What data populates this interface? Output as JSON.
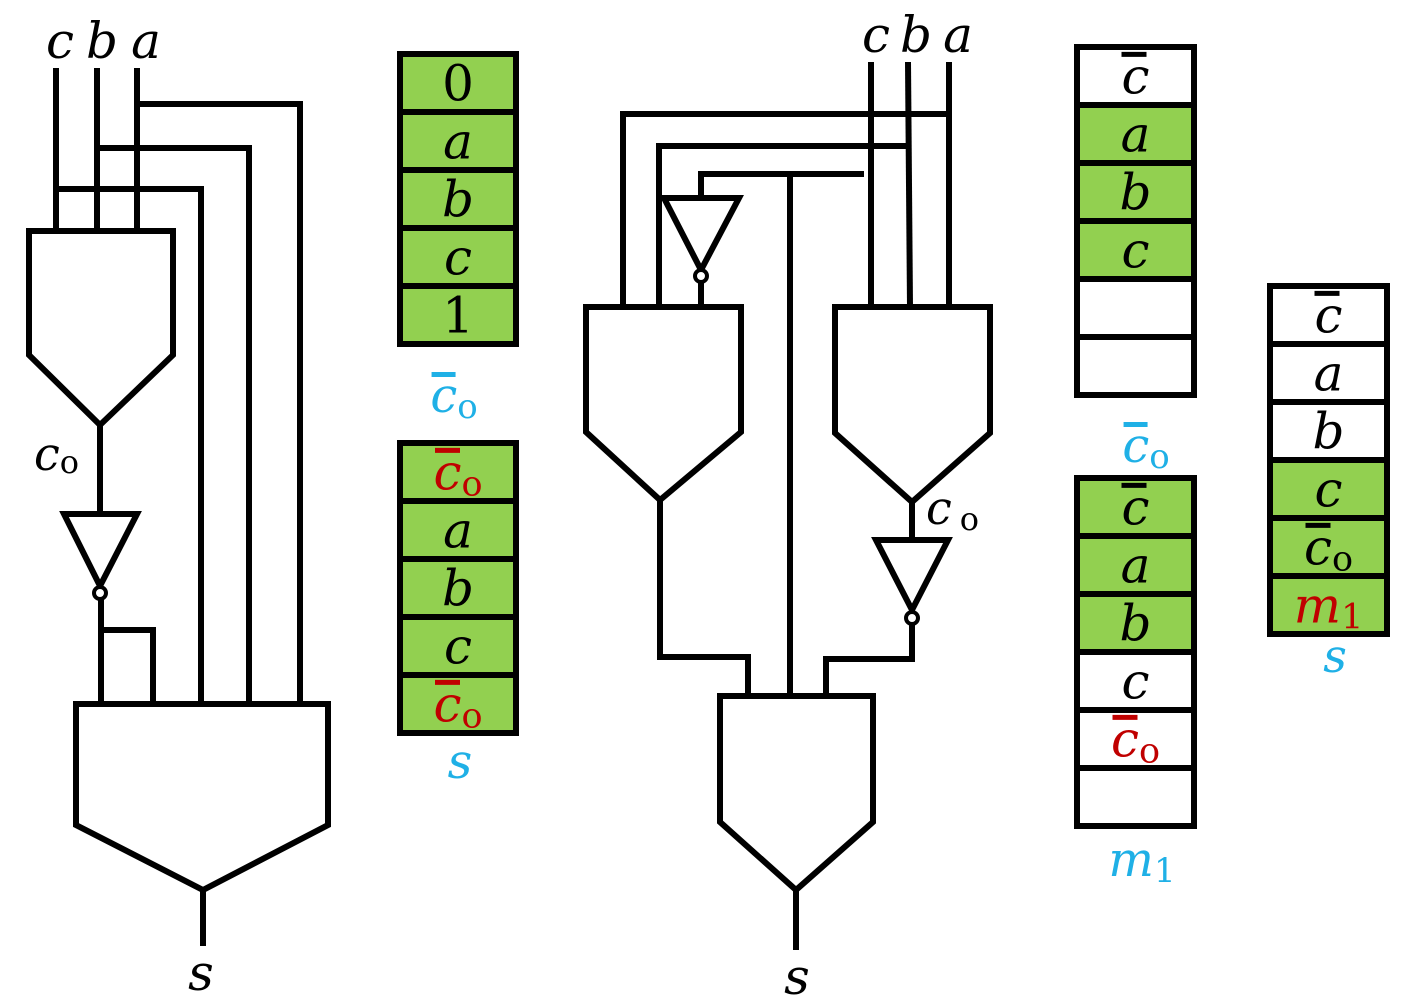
{
  "colors": {
    "wire": "#000000",
    "cell_highlight": "#92d050",
    "cell_plain": "#ffffff",
    "caption": "#1fb0e6",
    "emphasis": "#c00000"
  },
  "circuit_left": {
    "inputs": [
      "c",
      "b",
      "a"
    ],
    "carry_label": {
      "base": "c",
      "sub": "o"
    },
    "output": "s"
  },
  "circuit_right": {
    "inputs": [
      "c",
      "b",
      "a"
    ],
    "carry_label": {
      "base": "c",
      "sub": "o"
    },
    "output": "s"
  },
  "tables": [
    {
      "id": "t1",
      "caption": {
        "base": "c",
        "sub": "o",
        "bar": true
      },
      "cells": [
        {
          "base": "0",
          "hl": true
        },
        {
          "base": "a",
          "hl": true
        },
        {
          "base": "b",
          "hl": true
        },
        {
          "base": "c",
          "hl": true
        },
        {
          "base": "1",
          "hl": true
        }
      ]
    },
    {
      "id": "t2",
      "caption": {
        "base": "s"
      },
      "cells": [
        {
          "base": "c",
          "sub": "o",
          "bar": true,
          "red": true,
          "hl": true
        },
        {
          "base": "a",
          "hl": true
        },
        {
          "base": "b",
          "hl": true
        },
        {
          "base": "c",
          "hl": true
        },
        {
          "base": "c",
          "sub": "o",
          "bar": true,
          "red": true,
          "hl": true
        }
      ]
    },
    {
      "id": "t3",
      "caption": {
        "base": "c",
        "sub": "o",
        "bar": true
      },
      "cells": [
        {
          "base": "c",
          "bar": true,
          "hl": false
        },
        {
          "base": "a",
          "hl": true
        },
        {
          "base": "b",
          "hl": true
        },
        {
          "base": "c",
          "hl": true
        },
        {
          "base": "",
          "hl": false
        },
        {
          "base": "",
          "hl": false
        }
      ]
    },
    {
      "id": "t4",
      "caption": {
        "base": "m",
        "sub": "1"
      },
      "cells": [
        {
          "base": "c",
          "bar": true,
          "hl": true
        },
        {
          "base": "a",
          "hl": true
        },
        {
          "base": "b",
          "hl": true
        },
        {
          "base": "c",
          "hl": false
        },
        {
          "base": "c",
          "sub": "o",
          "bar": true,
          "red": true,
          "hl": false
        },
        {
          "base": "",
          "hl": false
        }
      ]
    },
    {
      "id": "t5",
      "caption": {
        "base": "s"
      },
      "cells": [
        {
          "base": "c",
          "bar": true,
          "hl": false
        },
        {
          "base": "a",
          "hl": false
        },
        {
          "base": "b",
          "hl": false
        },
        {
          "base": "c",
          "hl": true
        },
        {
          "base": "c",
          "sub": "o",
          "bar": true,
          "hl": true
        },
        {
          "base": "m",
          "sub": "1",
          "red": true,
          "hl": true
        }
      ]
    }
  ]
}
